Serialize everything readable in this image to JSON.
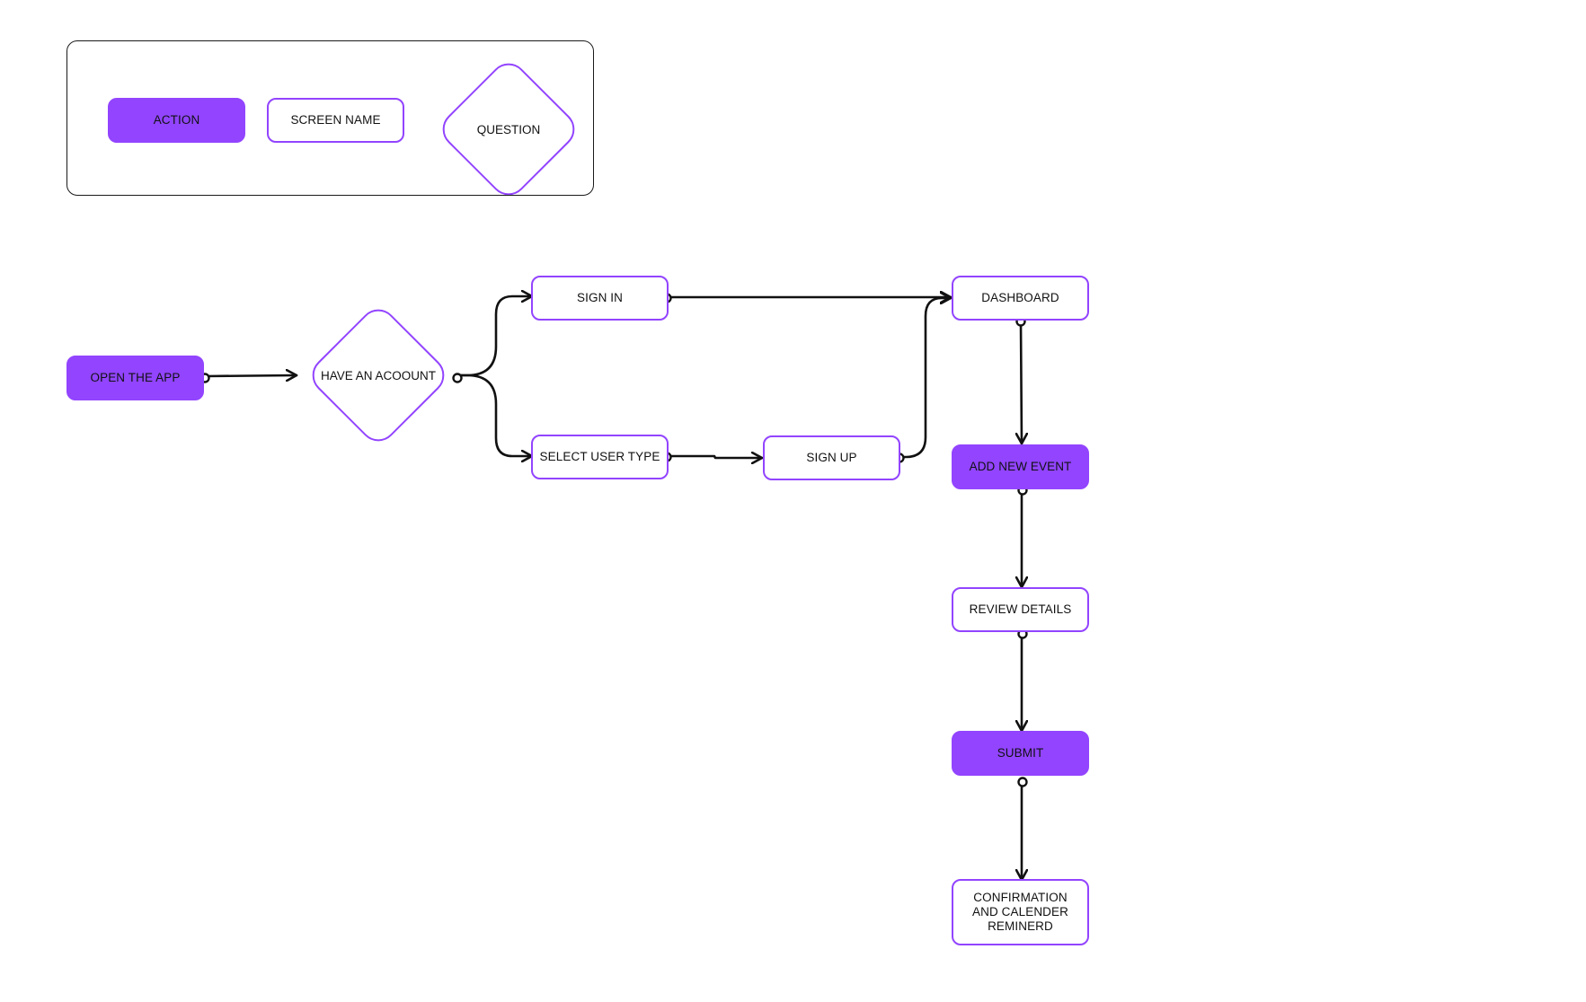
{
  "colors": {
    "accent": "#9244ff",
    "connector": "#111111",
    "legend_border": "#1a1a1a"
  },
  "legend": {
    "action": "ACTION",
    "screen_name": "SCREEN NAME",
    "question": "QUESTION"
  },
  "flow": {
    "open_the_app": "OPEN THE APP",
    "have_an_account": "HAVE AN ACOOUNT",
    "sign_in": "SIGN IN",
    "select_user_type": "SELECT USER TYPE",
    "sign_up": "SIGN UP",
    "dashboard": "DASHBOARD",
    "add_new_event": "ADD NEW EVENT",
    "review_details": "REVIEW DETAILS",
    "submit": "SUBMIT",
    "confirmation": "CONFIRMATION\nAND CALENDER\nREMINERD"
  }
}
